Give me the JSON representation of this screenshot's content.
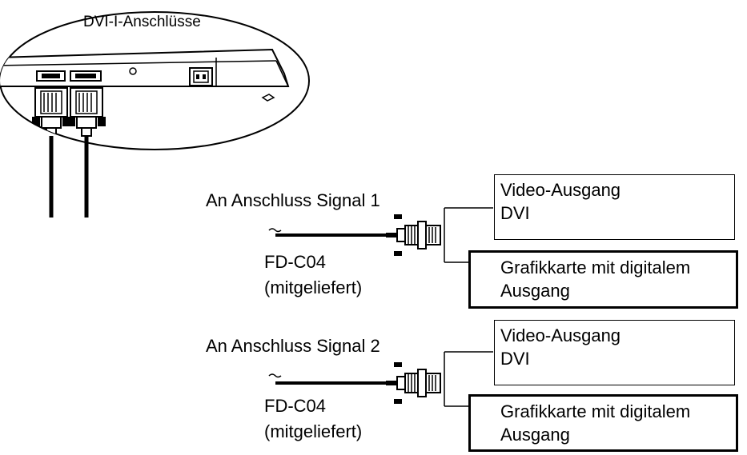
{
  "callout_label": "DVI-I-Anschlüsse",
  "connections": [
    {
      "signal_label": "An Anschluss Signal 1",
      "cable_name": "FD-C04",
      "cable_note": "(mitgeliefert)",
      "output_box": [
        "Video-Ausgang",
        "DVI"
      ],
      "card_box": [
        "Grafikkarte mit digitalem",
        "Ausgang"
      ]
    },
    {
      "signal_label": "An Anschluss Signal 2",
      "cable_name": "FD-C04",
      "cable_note": "(mitgeliefert)",
      "output_box": [
        "Video-Ausgang",
        "DVI"
      ],
      "card_box": [
        "Grafikkarte mit digitalem",
        "Ausgang"
      ]
    }
  ]
}
